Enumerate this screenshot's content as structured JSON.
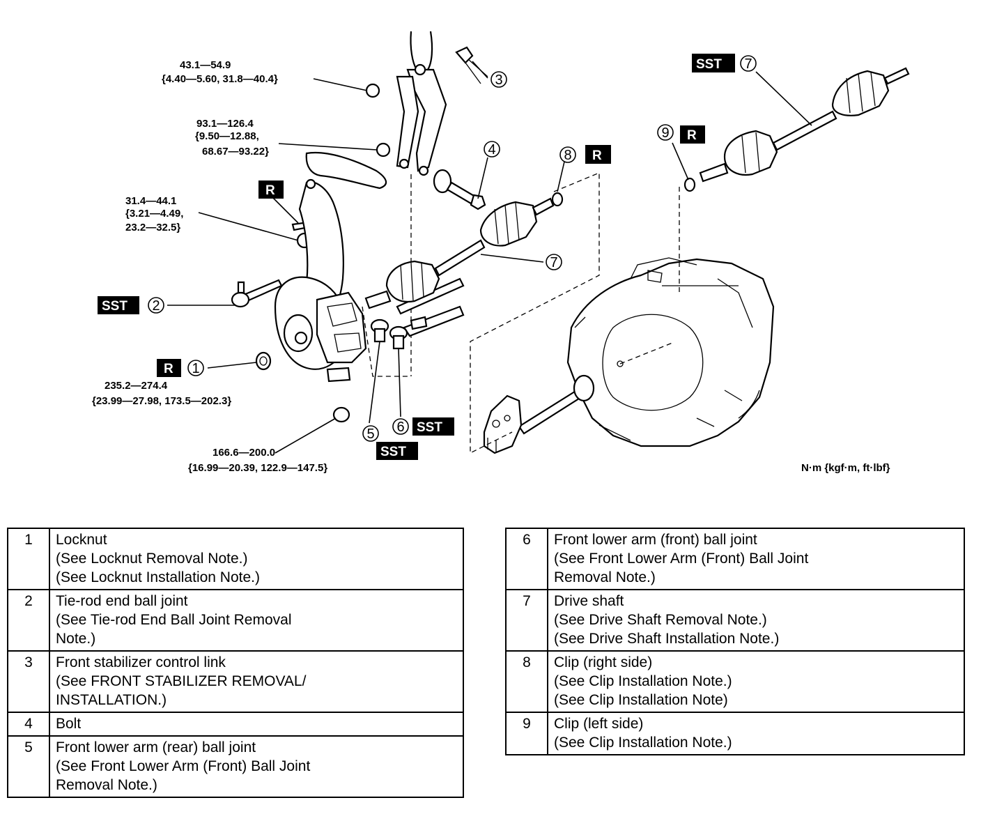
{
  "torques": {
    "t1": {
      "l1": "43.1—54.9",
      "l2": "{4.40—5.60, 31.8—40.4}"
    },
    "t2": {
      "l1": "93.1—126.4",
      "l2": "{9.50—12.88,",
      "l3": "68.67—93.22}"
    },
    "t3": {
      "l1": "31.4—44.1",
      "l2": "{3.21—4.49,",
      "l3": "23.2—32.5}"
    },
    "t4": {
      "l1": "235.2—274.4",
      "l2": "{23.99—27.98, 173.5—202.3}"
    },
    "t5": {
      "l1": "166.6—200.0",
      "l2": "{16.99—20.39, 122.9—147.5}"
    }
  },
  "tags": {
    "sst": "SST",
    "r": "R"
  },
  "callouts": {
    "c1": "1",
    "c2": "2",
    "c3": "3",
    "c4": "4",
    "c5": "5",
    "c6": "6",
    "c7": "7",
    "c8": "8",
    "c9": "9"
  },
  "units": "N·m {kgf·m,  ft·lbf}",
  "legend_left": [
    {
      "num": "1",
      "lines": [
        "Locknut",
        "(See Locknut Removal Note.)",
        "(See Locknut Installation Note.)"
      ]
    },
    {
      "num": "2",
      "lines": [
        "Tie-rod end ball joint",
        "(See Tie-rod End Ball Joint Removal",
        "Note.)"
      ]
    },
    {
      "num": "3",
      "lines": [
        "Front stabilizer control link",
        "(See FRONT STABILIZER REMOVAL/",
        "INSTALLATION.)"
      ]
    },
    {
      "num": "4",
      "lines": [
        "Bolt"
      ]
    },
    {
      "num": "5",
      "lines": [
        "Front lower arm (rear) ball joint",
        "(See Front Lower Arm (Front) Ball Joint",
        "Removal Note.)"
      ]
    }
  ],
  "legend_right": [
    {
      "num": "6",
      "lines": [
        "Front lower arm (front) ball joint",
        "(See Front Lower Arm (Front) Ball Joint",
        "Removal Note.)"
      ]
    },
    {
      "num": "7",
      "lines": [
        "Drive shaft",
        "(See Drive Shaft Removal Note.)",
        "(See Drive Shaft Installation Note.)"
      ]
    },
    {
      "num": "8",
      "lines": [
        "Clip (right side)",
        "(See Clip Installation Note.)",
        "(See Clip Installation Note)"
      ]
    },
    {
      "num": "9",
      "lines": [
        "Clip (left side)",
        "(See Clip Installation Note.)"
      ]
    }
  ]
}
